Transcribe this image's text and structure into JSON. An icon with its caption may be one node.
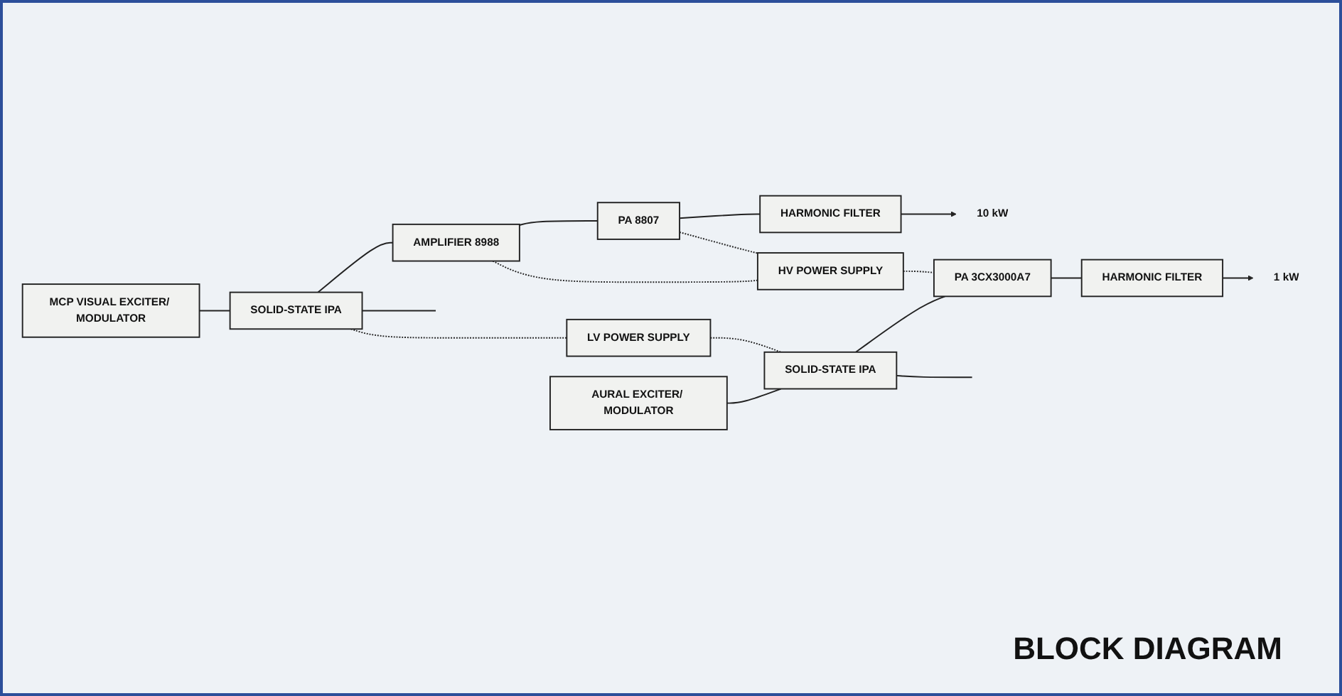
{
  "diagram": {
    "title": "BLOCK DIAGRAM",
    "nodes": [
      {
        "text": [
          "MCP VISUAL EXCITER/ MODULATOR"
        ]
      },
      {
        "text": [
          "SOLID-STATE IPA"
        ]
      },
      {
        "text": [
          "AMPLIFIER 8988"
        ]
      },
      {
        "text": [
          "PA 8807"
        ]
      },
      {
        "text": [
          "HARMONIC FILTER"
        ]
      },
      {
        "text": [
          "10 kW"
        ]
      },
      {
        "text": [
          "LV POWER SUPPLY"
        ]
      },
      {
        "text": [
          "HV POWER SUPPLY"
        ]
      },
      {
        "text": [
          "AURAL EXCITER/ MODULATOR"
        ]
      },
      {
        "text": [
          "SOLID-STATE IPA"
        ]
      },
      {
        "text": [
          "PA 3CX3000A7"
        ]
      },
      {
        "text": [
          "HARMONIC FILTER"
        ]
      },
      {
        "text": [
          "1 kW"
        ]
      }
    ],
    "edges": [
      {
        "from": 0,
        "to": 1,
        "arrow": "none"
      },
      {
        "from": 1,
        "to": 2,
        "arrow": "none"
      },
      {
        "from": 2,
        "to": 3,
        "arrow": "none"
      },
      {
        "from": 3,
        "to": 4,
        "arrow": "none"
      },
      {
        "from": 4,
        "to": 5,
        "arrow": "to"
      },
      {
        "from": 1,
        "to": null,
        "arrow": "none"
      },
      {
        "from": 1,
        "to": 6,
        "arrow": "none",
        "style": "dashed"
      },
      {
        "from": 3,
        "to": 7,
        "arrow": "none",
        "style": "dashed"
      },
      {
        "from": 2,
        "to": 7,
        "arrow": "none",
        "style": "dashed"
      },
      {
        "from": 6,
        "to": 9,
        "arrow": "none",
        "style": "dashed"
      },
      {
        "from": 7,
        "to": 10,
        "arrow": "none",
        "style": "dashed"
      },
      {
        "from": 8,
        "to": 9,
        "arrow": "none"
      },
      {
        "from": 9,
        "to": 10,
        "arrow": "none"
      },
      {
        "from": 10,
        "to": 11,
        "arrow": "none"
      },
      {
        "from": 11,
        "to": 12,
        "arrow": "to"
      },
      {
        "from": 9,
        "to": null,
        "arrow": "none"
      }
    ]
  }
}
